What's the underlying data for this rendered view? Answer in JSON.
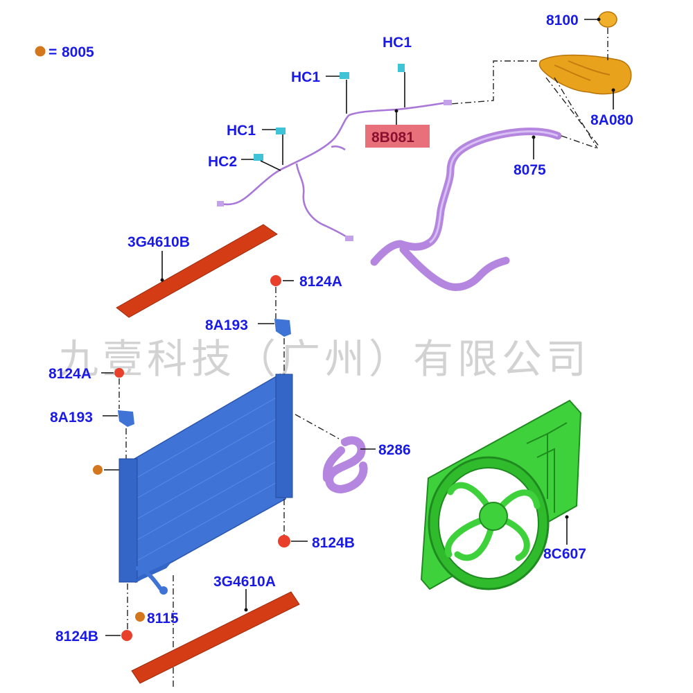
{
  "legend": {
    "marker_color": "#d4761c",
    "equals": "=",
    "code": "8005"
  },
  "watermark": "九壹科技（广州）有限公司",
  "highlight_color": "#e8707a",
  "parts": {
    "cap": "8100",
    "reservoir": "8A080",
    "wire_harness": "8B081",
    "clip_hc1_a": "HC1",
    "clip_hc1_b": "HC1",
    "clip_hc1_c": "HC1",
    "clip_hc2": "HC2",
    "hose_upper": "8075",
    "seal_upper": "3G4610B",
    "grommet_top_right": "8124A",
    "bracket_top_right": "8A193",
    "grommet_top_left": "8124A",
    "bracket_top_left": "8A193",
    "hose_lower": "8286",
    "grommet_bottom_right": "8124B",
    "grommet_bottom_left": "8124B",
    "drain_plug": "8115",
    "seal_lower": "3G4610A",
    "fan_shroud": "8C607"
  },
  "colors": {
    "radiator": "#3f74d6",
    "fan": "#3ed13c",
    "hose": "#b486e0",
    "reservoir": "#e8a21c",
    "seal": "#d43c16",
    "grommet": "#e8402a",
    "clip": "#3fc3d6",
    "bracket": "#3f74d6",
    "label": "#1a1ae6"
  }
}
